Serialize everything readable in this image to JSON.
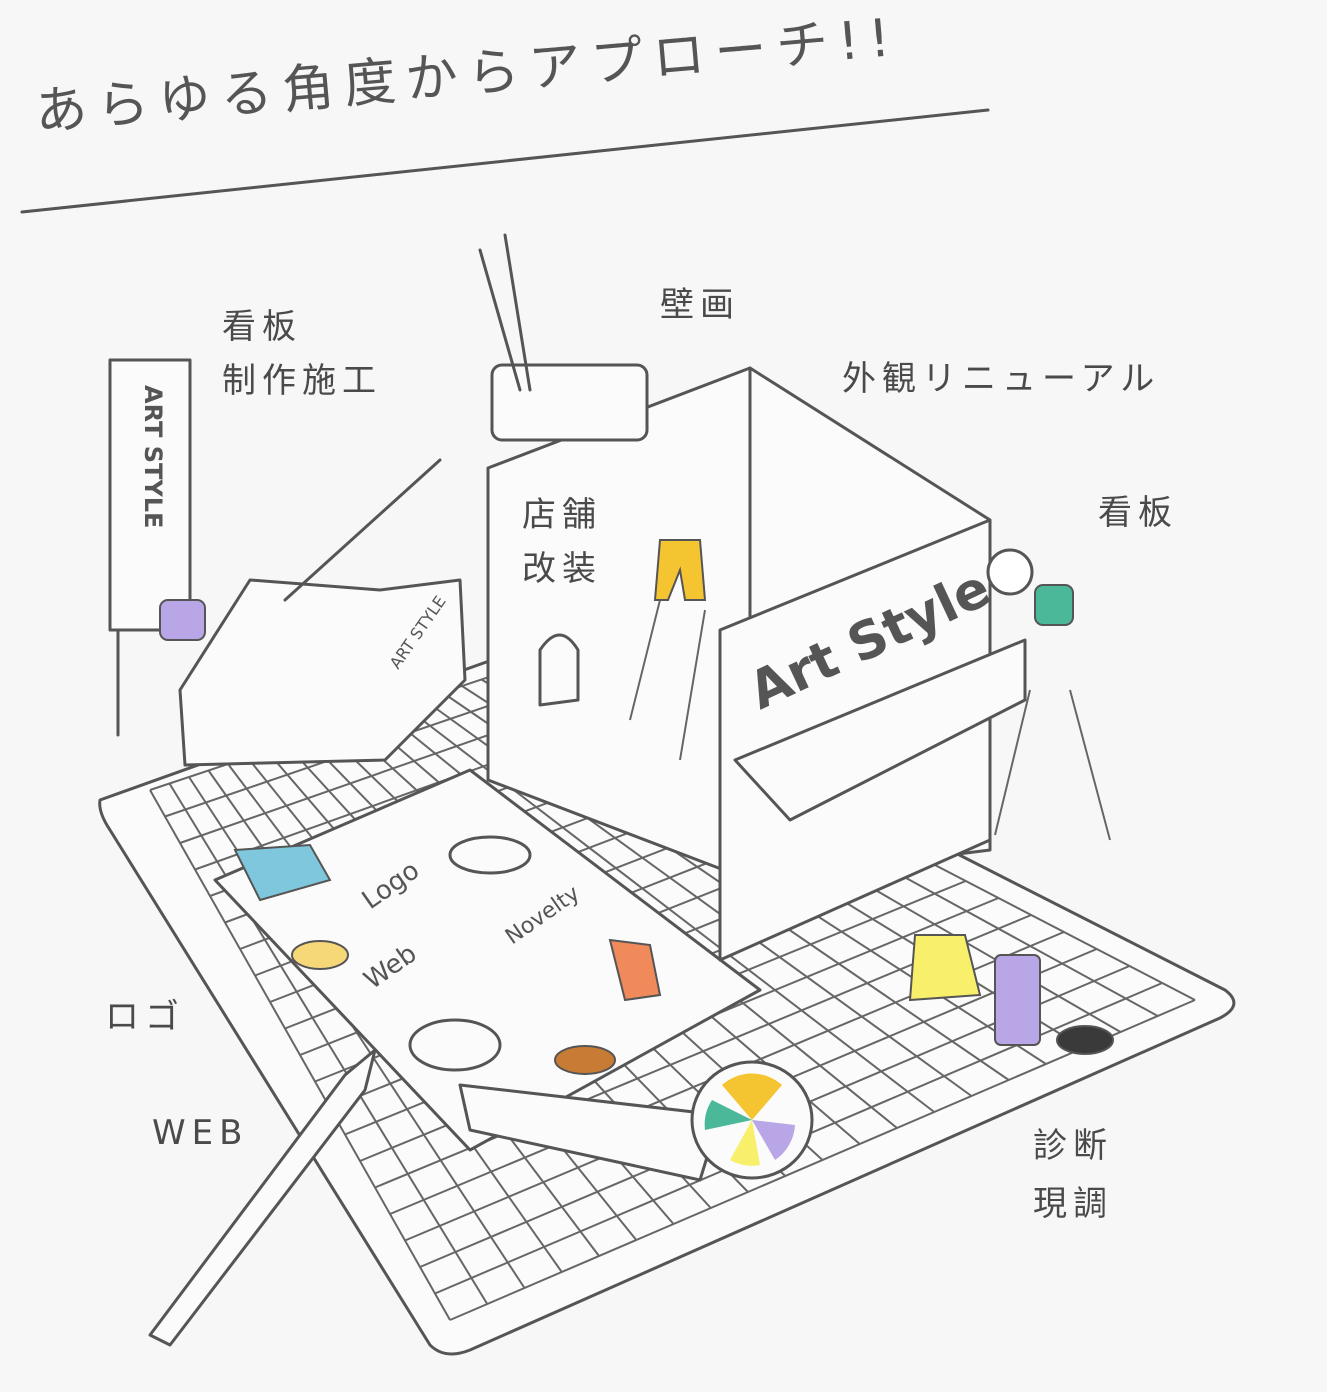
{
  "title": "あらゆる角度からアプローチ!!",
  "labels": {
    "signboard_production": "看板\n制作施工",
    "mural": "壁画",
    "exterior_renewal": "外観リニューアル",
    "store_renovation": "店舗\n改装",
    "signboard": "看板",
    "logo": "ロゴ",
    "web": "WEB",
    "survey": "診断\n現調"
  },
  "illustration_text": {
    "sign_pole": "ART STYLE",
    "truck": "ART STYLE",
    "shop_sign": "Art Style",
    "paper_logo": "Logo",
    "paper_web": "Web",
    "paper_novelty": "Novelty"
  },
  "colors": {
    "background": "#f7f7f7",
    "line": "#555555",
    "yellow": "#f5c431",
    "green": "#4bb89a",
    "purple": "#b9a6e6",
    "orange": "#f08a5a",
    "light_yellow": "#f8ef6a",
    "blue": "#7fc7dc"
  }
}
